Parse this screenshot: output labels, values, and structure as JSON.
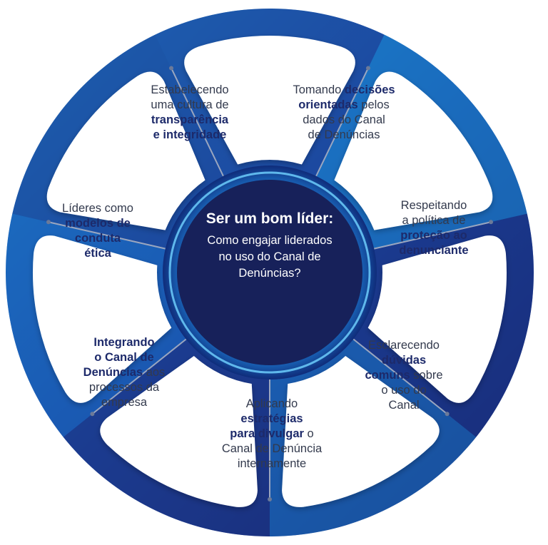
{
  "colors": {
    "ring_dark": "#1f2d7b",
    "ring_light": "#1e90d6",
    "center": "#17215a",
    "petal": "#ffffff",
    "text": "#333a4d",
    "bold_text": "#1d2a6a"
  },
  "center": {
    "title": "Ser um bom líder:",
    "subtitle_l1": "Como engajar liderados",
    "subtitle_l2": "no uso do Canal de",
    "subtitle_l3": "Denúncias?"
  },
  "segments": [
    {
      "l1": "Estabelecendo",
      "l2": "uma cultura de",
      "l3": "transparência",
      "l4": "e integridade"
    },
    {
      "l1_b": "decisões",
      "l1_pre": "Tomando ",
      "l2_b": "orientadas",
      "l2_post": " pelos",
      "l3": "dados do Canal",
      "l4": "de Denúncias"
    },
    {
      "l1": "Respeitando",
      "l2": "a política de",
      "l3": "proteção ao",
      "l4": "denunciante"
    },
    {
      "l1": "Esclarecendo",
      "l2": "dúvidas",
      "l3_b": "comuns",
      "l3_post": " sobre",
      "l4": "o uso do",
      "l5": "Canal"
    },
    {
      "l1": "Aplicando",
      "l2": "estratégias",
      "l3_b": "para divulgar",
      "l3_post": " o",
      "l4": "Canal de Denúncia",
      "l5": "internamente"
    },
    {
      "l1": "Integrando",
      "l2": "o Canal de",
      "l3_b": "Denúncias",
      "l3_post": " aos",
      "l4": "processos da",
      "l5": "empresa"
    },
    {
      "l1": "Líderes como",
      "l2": "modelos de",
      "l3": "conduta",
      "l4": "ética"
    }
  ]
}
